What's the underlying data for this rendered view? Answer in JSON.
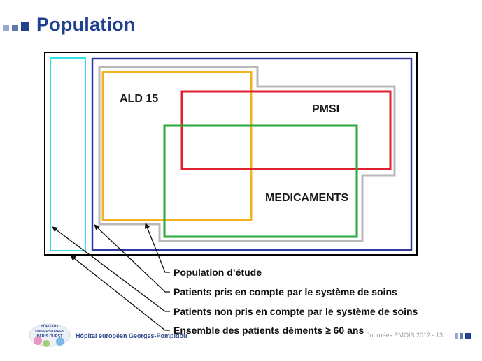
{
  "slide": {
    "title": "Population"
  },
  "sets": {
    "ald": "ALD 15",
    "pmsi": "PMSI",
    "medicaments": "MEDICAMENTS"
  },
  "callouts": [
    "Population d’étude",
    "Patients pris en compte par le système de soins",
    "Patients non pris en compte par le système de soins",
    "Ensemble des patients déments ≥ 60 ans"
  ],
  "footer": {
    "logo_text": "Hôpital européen Georges-Pompidou",
    "logo_badge_lines": [
      "HÔPITAUX",
      "UNIVERSITAIRES",
      "PARIS OUEST"
    ],
    "note": "Journées EMOIS 2012 - 13"
  },
  "colors": {
    "title": "#1f3f8f",
    "outer_frame": "#000000",
    "cyan_set": "#33e0e8",
    "navy_set": "#2e3aa0",
    "grey_union": "#b9b9b9",
    "ald": "#f3b320",
    "pmsi": "#e02030",
    "medicaments": "#2aaa3a"
  }
}
